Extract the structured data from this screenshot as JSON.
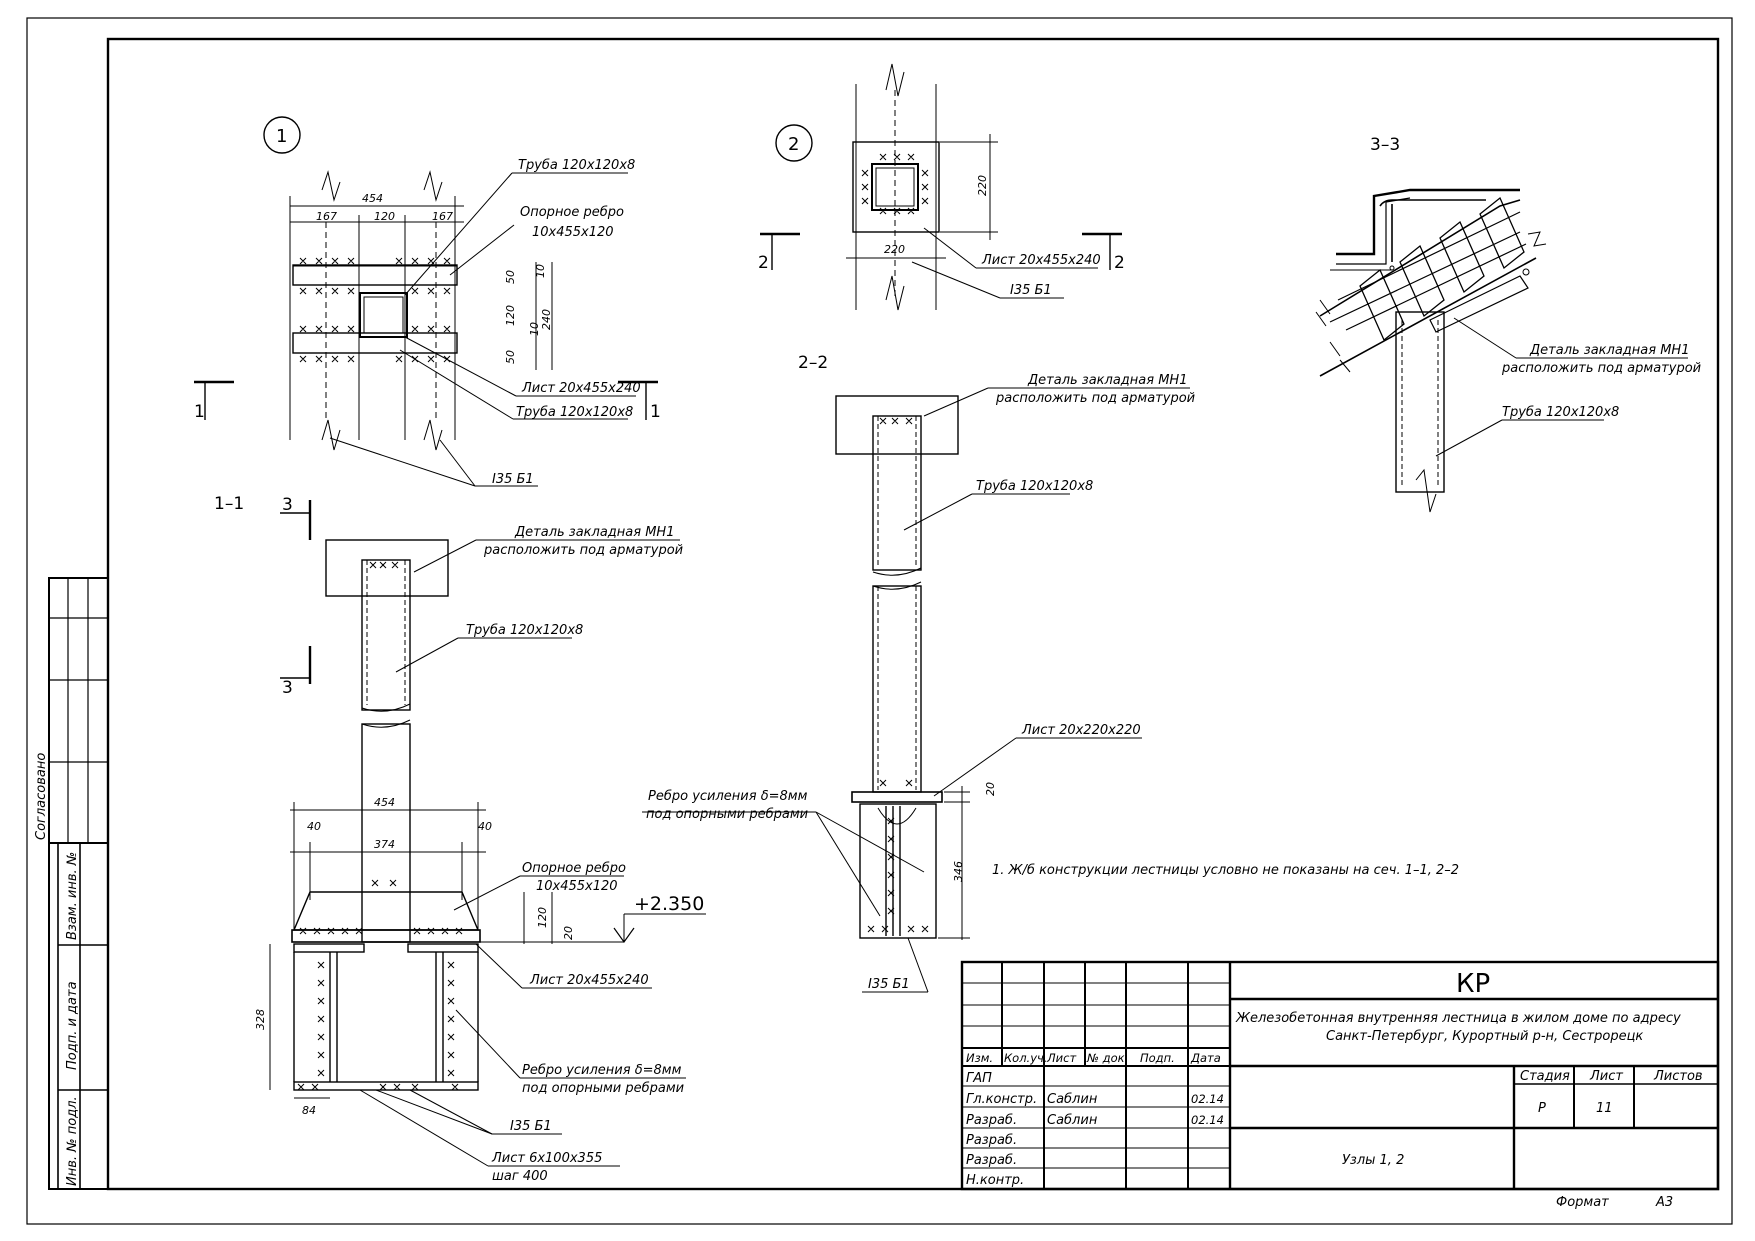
{
  "node1": {
    "marker": "1",
    "labels": {
      "pipe_top": "Труба 120х120х8",
      "rib_line1": "Опорное ребро",
      "rib_line2": "10х455х120",
      "sheet": "Лист 20х455х240",
      "pipe_bottom": "Труба 120х120х8",
      "beam": "I35 Б1"
    },
    "dims": {
      "total": "454",
      "left": "167",
      "mid": "120",
      "right": "167",
      "d50a": "50",
      "d10a": "10",
      "d120": "120",
      "d240": "240",
      "d10b": "10",
      "d50b": "50"
    },
    "cut_marks": {
      "left": "1",
      "right": "1"
    }
  },
  "section11": {
    "title": "1–1",
    "cut_marks": {
      "top": "3",
      "bottom": "3"
    },
    "labels": {
      "embed_line1": "Деталь закладная МН1",
      "embed_line2": "расположить под арматурой",
      "pipe": "Труба 120х120х8",
      "rib_line1": "Опорное ребро",
      "rib_line2": "10х455х120",
      "sheet": "Лист 20х455х240",
      "stiff_line1": "Ребро усиления δ=8мм",
      "stiff_line2": "под опорными ребрами",
      "beam": "I35 Б1",
      "sheet2_line1": "Лист 6х100х355",
      "sheet2_line2": "шаг 400"
    },
    "dims": {
      "d454": "454",
      "d40a": "40",
      "d374": "374",
      "d40b": "40",
      "d120": "120",
      "d20": "20",
      "d328": "328",
      "d84": "84"
    },
    "level": "+2.350"
  },
  "node2": {
    "marker": "2",
    "cut_marks": {
      "left": "2",
      "right": "2"
    },
    "dims": {
      "d220v": "220",
      "d220h": "220"
    },
    "labels": {
      "sheet": "Лист 20х455х240",
      "beam": "I35 Б1"
    }
  },
  "section22": {
    "title": "2–2",
    "labels": {
      "embed_line1": "Деталь закладная МН1",
      "embed_line2": "расположить под арматурой",
      "pipe": "Труба 120х120х8",
      "sheet": "Лист 20х220х220",
      "stiff_line1": "Ребро усиления δ=8мм",
      "stiff_line2": "под опорными ребрами",
      "beam": "I35 Б1"
    },
    "dims": {
      "d20": "20",
      "d346": "346"
    }
  },
  "section33": {
    "title": "3–3",
    "labels": {
      "embed_line1": "Деталь закладная МН1",
      "embed_line2": "расположить под арматурой",
      "pipe": "Труба 120х120х8"
    }
  },
  "note": "1. Ж/б конструкции лестницы условно не показаны на сеч. 1–1, 2–2",
  "side_stamp": {
    "agreed": "Согласовано",
    "inv_swap": "Взам. инв. №",
    "sign_date": "Подп. и дата",
    "inv_orig": "Инв. № подл."
  },
  "title_block": {
    "code": "КР",
    "title_line1": "Железобетонная внутренняя лестница в жилом доме по адресу",
    "title_line2": "Санкт-Петербург, Курортный р-н, Сестрорецк",
    "headers": [
      "Изм.",
      "Кол.уч.",
      "Лист",
      "№ док.",
      "Подп.",
      "Дата"
    ],
    "roles": [
      "ГАП",
      "Гл.констр.",
      "Разраб.",
      "Разраб.",
      "Разраб.",
      "Н.контр."
    ],
    "names": [
      "",
      "Саблин",
      "Саблин",
      "",
      "",
      ""
    ],
    "dates": [
      "",
      "02.14",
      "02.14",
      "",
      "",
      ""
    ],
    "stage_header": "Стадия",
    "sheet_header": "Лист",
    "sheets_header": "Листов",
    "stage": "Р",
    "sheet_no": "11",
    "sheets_total": "",
    "drawing_name": "Узлы 1, 2",
    "format_label": "Формат",
    "format_value": "А3"
  }
}
